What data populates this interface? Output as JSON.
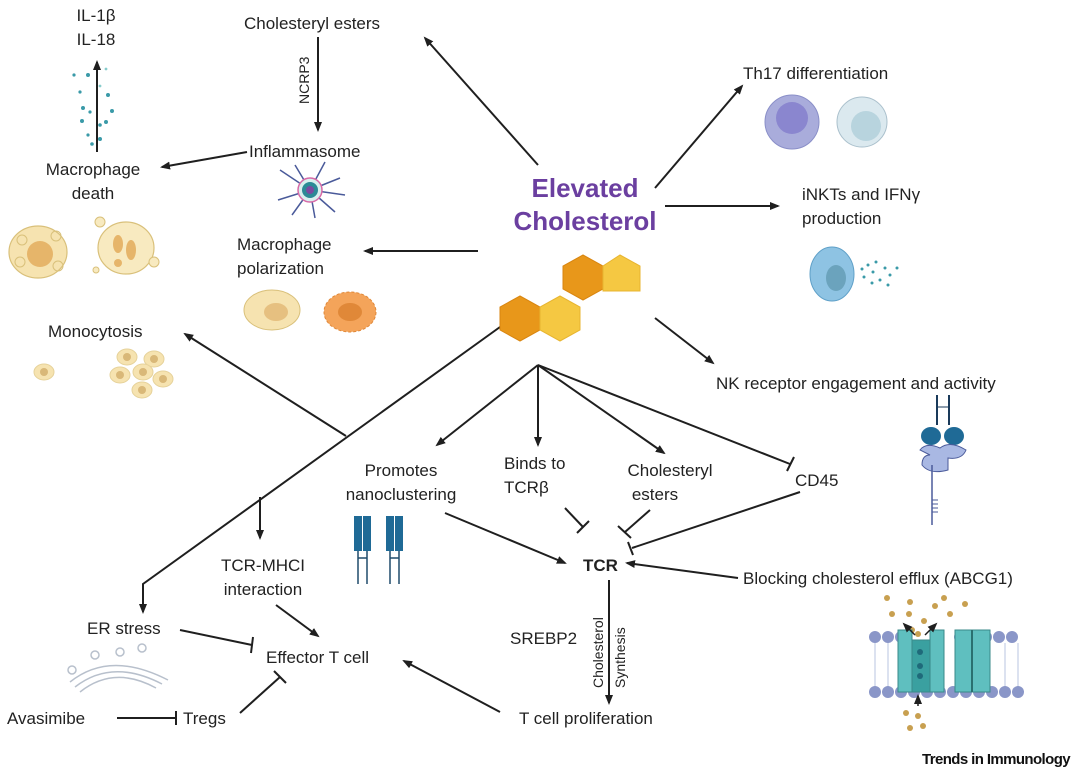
{
  "title": {
    "line1": "Elevated",
    "line2": "Cholesterol",
    "color": "#6b3fa0"
  },
  "nodes": {
    "il1b": "IL-1β",
    "il18": "IL-18",
    "macrophage_death_1": "Macrophage",
    "macrophage_death_2": "death",
    "cholesteryl_esters_top": "Cholesteryl esters",
    "ncrp3": "NCRP3",
    "inflammasome": "Inflammasome",
    "macrophage_polarization_1": "Macrophage",
    "macrophage_polarization_2": "polarization",
    "monocytosis": "Monocytosis",
    "th17": "Th17 differentiation",
    "inkt_1": "iNKTs and IFNγ",
    "inkt_2": "production",
    "nk_receptor": "NK receptor engagement and activity",
    "promotes_1": "Promotes",
    "promotes_2": "nanoclustering",
    "binds_1": "Binds to",
    "binds_2": "TCRβ",
    "cholesteryl_esters_mid_1": "Cholesteryl",
    "cholesteryl_esters_mid_2": "esters",
    "cd45": "CD45",
    "tcr": "TCR",
    "blocking_efflux": "Blocking cholesterol efflux (ABCG1)",
    "tcr_mhci_1": "TCR-MHCI",
    "tcr_mhci_2": "interaction",
    "er_stress": "ER stress",
    "effector_t": "Effector T cell",
    "avasimibe": "Avasimibe",
    "tregs": "Tregs",
    "srebp2": "SREBP2",
    "chol_synth_1": "Cholesterol",
    "chol_synth_2": "Synthesis",
    "t_cell_prolif": "T cell proliferation"
  },
  "edges": [
    {
      "from": "elevated-cholesterol",
      "to": "cholesteryl-esters-top",
      "type": "activation"
    },
    {
      "from": "cholesteryl-esters-top",
      "to": "inflammasome",
      "type": "activation",
      "label": "NCRP3"
    },
    {
      "from": "inflammasome",
      "to": "macrophage-death",
      "type": "activation"
    },
    {
      "from": "macrophage-death",
      "to": "il1b-il18",
      "type": "activation"
    },
    {
      "from": "elevated-cholesterol",
      "to": "macrophage-polarization",
      "type": "activation"
    },
    {
      "from": "elevated-cholesterol",
      "to": "monocytosis",
      "type": "activation"
    },
    {
      "from": "elevated-cholesterol",
      "to": "th17-differentiation",
      "type": "activation"
    },
    {
      "from": "elevated-cholesterol",
      "to": "inkt-ifng-production",
      "type": "activation"
    },
    {
      "from": "elevated-cholesterol",
      "to": "nk-receptor-engagement",
      "type": "activation"
    },
    {
      "from": "elevated-cholesterol",
      "to": "promotes-nanoclustering",
      "type": "activation"
    },
    {
      "from": "elevated-cholesterol",
      "to": "binds-to-tcrb",
      "type": "activation"
    },
    {
      "from": "elevated-cholesterol",
      "to": "cholesteryl-esters-mid",
      "type": "activation"
    },
    {
      "from": "elevated-cholesterol",
      "to": "cd45",
      "type": "inhibition"
    },
    {
      "from": "promotes-nanoclustering",
      "to": "tcr",
      "type": "activation"
    },
    {
      "from": "binds-to-tcrb",
      "to": "tcr",
      "type": "inhibition"
    },
    {
      "from": "cholesteryl-esters-mid",
      "to": "tcr",
      "type": "inhibition"
    },
    {
      "from": "cd45",
      "to": "tcr",
      "type": "inhibition"
    },
    {
      "from": "blocking-cholesterol-efflux",
      "to": "tcr",
      "type": "activation"
    },
    {
      "from": "tcr",
      "to": "t-cell-proliferation",
      "type": "activation",
      "label": "Cholesterol Synthesis"
    },
    {
      "from": "elevated-cholesterol",
      "to": "tcr-mhci-interaction",
      "type": "activation"
    },
    {
      "from": "elevated-cholesterol",
      "to": "er-stress",
      "type": "activation"
    },
    {
      "from": "tcr-mhci-interaction",
      "to": "effector-t-cell",
      "type": "activation"
    },
    {
      "from": "er-stress",
      "to": "effector-t-cell",
      "type": "inhibition"
    },
    {
      "from": "tregs",
      "to": "effector-t-cell",
      "type": "inhibition"
    },
    {
      "from": "avasimibe",
      "to": "tregs",
      "type": "inhibition"
    },
    {
      "from": "t-cell-proliferation",
      "to": "effector-t-cell",
      "type": "activation"
    }
  ],
  "colors": {
    "hex_dark": "#e8971a",
    "hex_light": "#f5c842",
    "title_purple": "#6b3fa0",
    "receptor_blue": "#1f6a96",
    "membrane_teal": "#5fbfbf",
    "cell_cream": "#f6e3b0"
  },
  "journal": "Trends in Immunology"
}
